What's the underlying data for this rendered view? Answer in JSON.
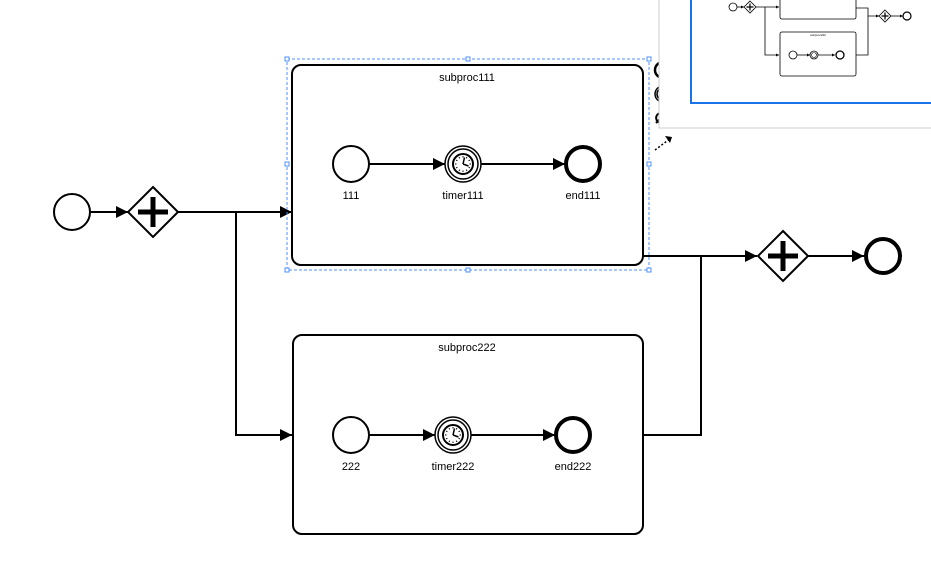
{
  "diagram": {
    "start_event_label": "",
    "fork_gateway_label": "",
    "join_gateway_label": "",
    "end_event_label": "",
    "subprocesses": [
      {
        "name": "subproc111",
        "start_label": "111",
        "timer_label": "timer111",
        "end_label": "end111"
      },
      {
        "name": "subproc222",
        "start_label": "222",
        "timer_label": "timer222",
        "end_label": "end222"
      }
    ]
  },
  "minimap": {
    "inner_subprocess_label": "subproc222"
  },
  "palette": {
    "tools": [
      "end-event-tool",
      "gateway-tool",
      "task-tool",
      "intermediate-event-tool",
      "text-annotation-tool",
      "wrench-icon",
      "trash-icon",
      "connect-tool"
    ]
  },
  "colors": {
    "stroke": "#000000",
    "selection": "#4d90fe",
    "minimap_viewport": "#1a73e8",
    "muted_icon": "#cfcfcf"
  }
}
